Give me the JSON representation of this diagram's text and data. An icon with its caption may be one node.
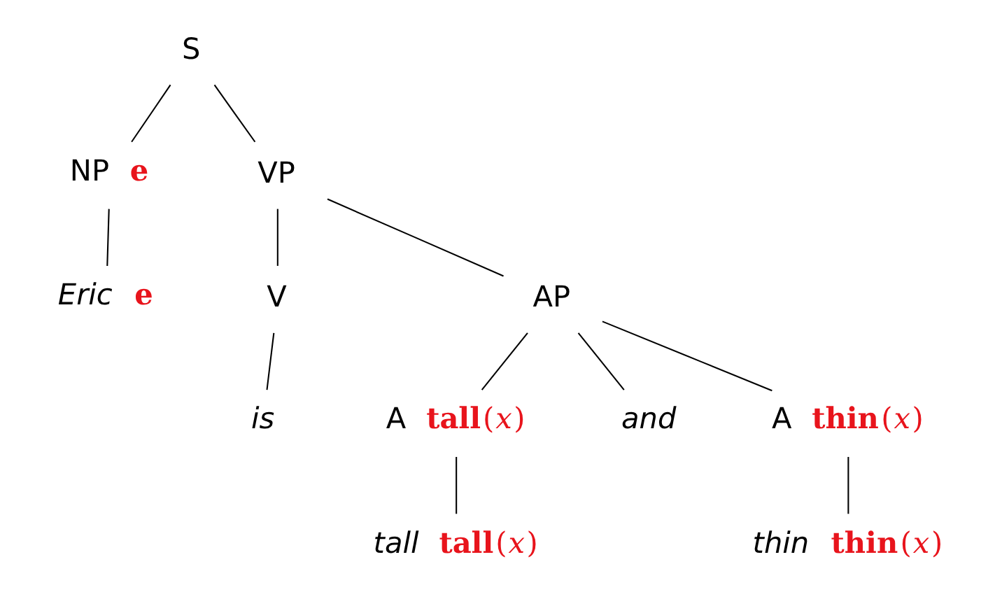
{
  "diagram": {
    "nodes": [
      {
        "text": [
          "S"
        ]
      },
      {
        "text": [
          "NP"
        ],
        "beside": [
          "**e**"
        ]
      },
      {
        "text": [
          "Eric"
        ],
        "beside": [
          "**e**"
        ]
      },
      {
        "text": [
          "VP"
        ]
      },
      {
        "text": [
          "V"
        ]
      },
      {
        "text": [
          "is"
        ]
      },
      {
        "text": [
          "AP"
        ]
      },
      {
        "text": [
          "A"
        ],
        "beside": [
          "**tall**(*x*)"
        ]
      },
      {
        "text": [
          "and"
        ]
      },
      {
        "text": [
          "A"
        ],
        "beside": [
          "**thin**(*x*)"
        ]
      },
      {
        "text": [
          "tall"
        ],
        "beside": [
          "**tall**(*x*)"
        ]
      },
      {
        "text": [
          "thin"
        ],
        "beside": [
          "**thin**(*x*)"
        ]
      }
    ],
    "edges": [
      {
        "from": 0,
        "to": 1,
        "arrow": "none"
      },
      {
        "from": 0,
        "to": 3,
        "arrow": "none"
      },
      {
        "from": 1,
        "to": 2,
        "arrow": "none"
      },
      {
        "from": 3,
        "to": 4,
        "arrow": "none"
      },
      {
        "from": 3,
        "to": 6,
        "arrow": "none"
      },
      {
        "from": 4,
        "to": 5,
        "arrow": "none"
      },
      {
        "from": 6,
        "to": 7,
        "arrow": "none"
      },
      {
        "from": 6,
        "to": 8,
        "arrow": "none"
      },
      {
        "from": 6,
        "to": 9,
        "arrow": "none"
      },
      {
        "from": 7,
        "to": 10,
        "arrow": "none"
      },
      {
        "from": 9,
        "to": 11,
        "arrow": "none"
      }
    ]
  }
}
